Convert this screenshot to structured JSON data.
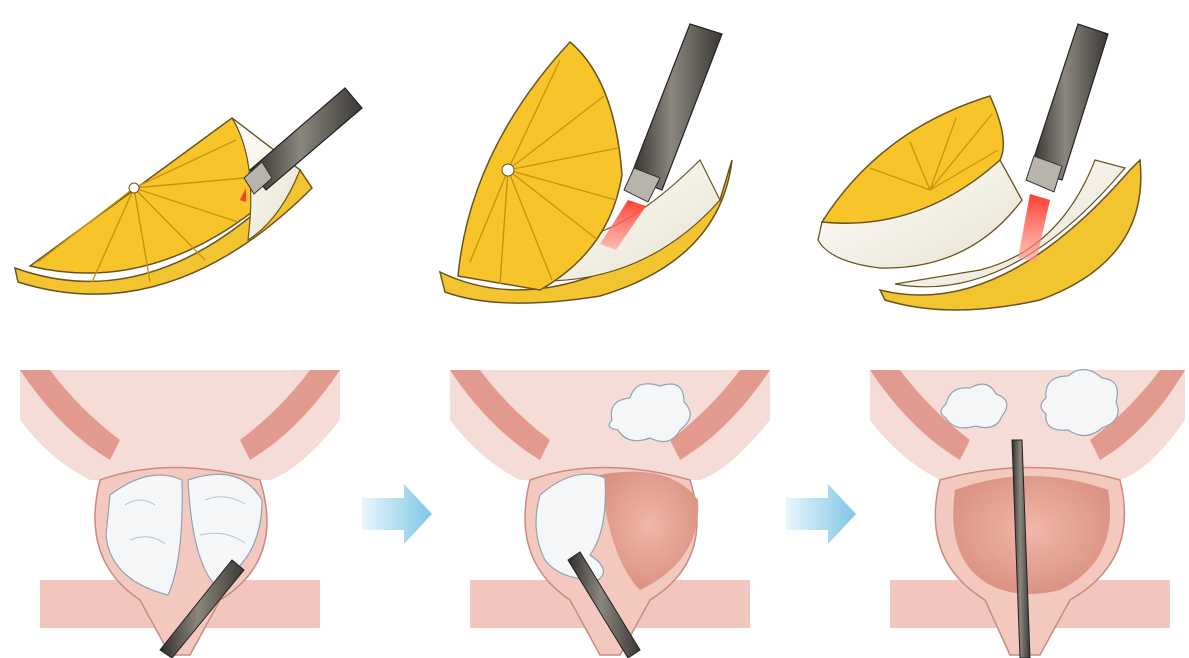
{
  "figure": {
    "panels_count": 3,
    "rows": [
      "fruit-analogy",
      "prostate-anatomy"
    ],
    "arrows_count": 2,
    "colors": {
      "fruit_pulp": "#F7C52A",
      "fruit_segment_line": "#C9930E",
      "peel_yellow": "#F2C430",
      "pith": "#F4F1E6",
      "instrument_dark": "#5A5750",
      "laser_red": "#F04A3A",
      "tissue_pink": "#F2C6BE",
      "muscle_pink": "#E39A8E",
      "capsule_interior": "#E6A394",
      "adenoma_white": "#F4F6F8",
      "arrow_blue": "#9ED3EC"
    },
    "icons": [
      "fruit-wedge-icon",
      "endoscope-icon",
      "laser-beam-icon",
      "prostate-icon",
      "arrow-right-icon"
    ]
  }
}
